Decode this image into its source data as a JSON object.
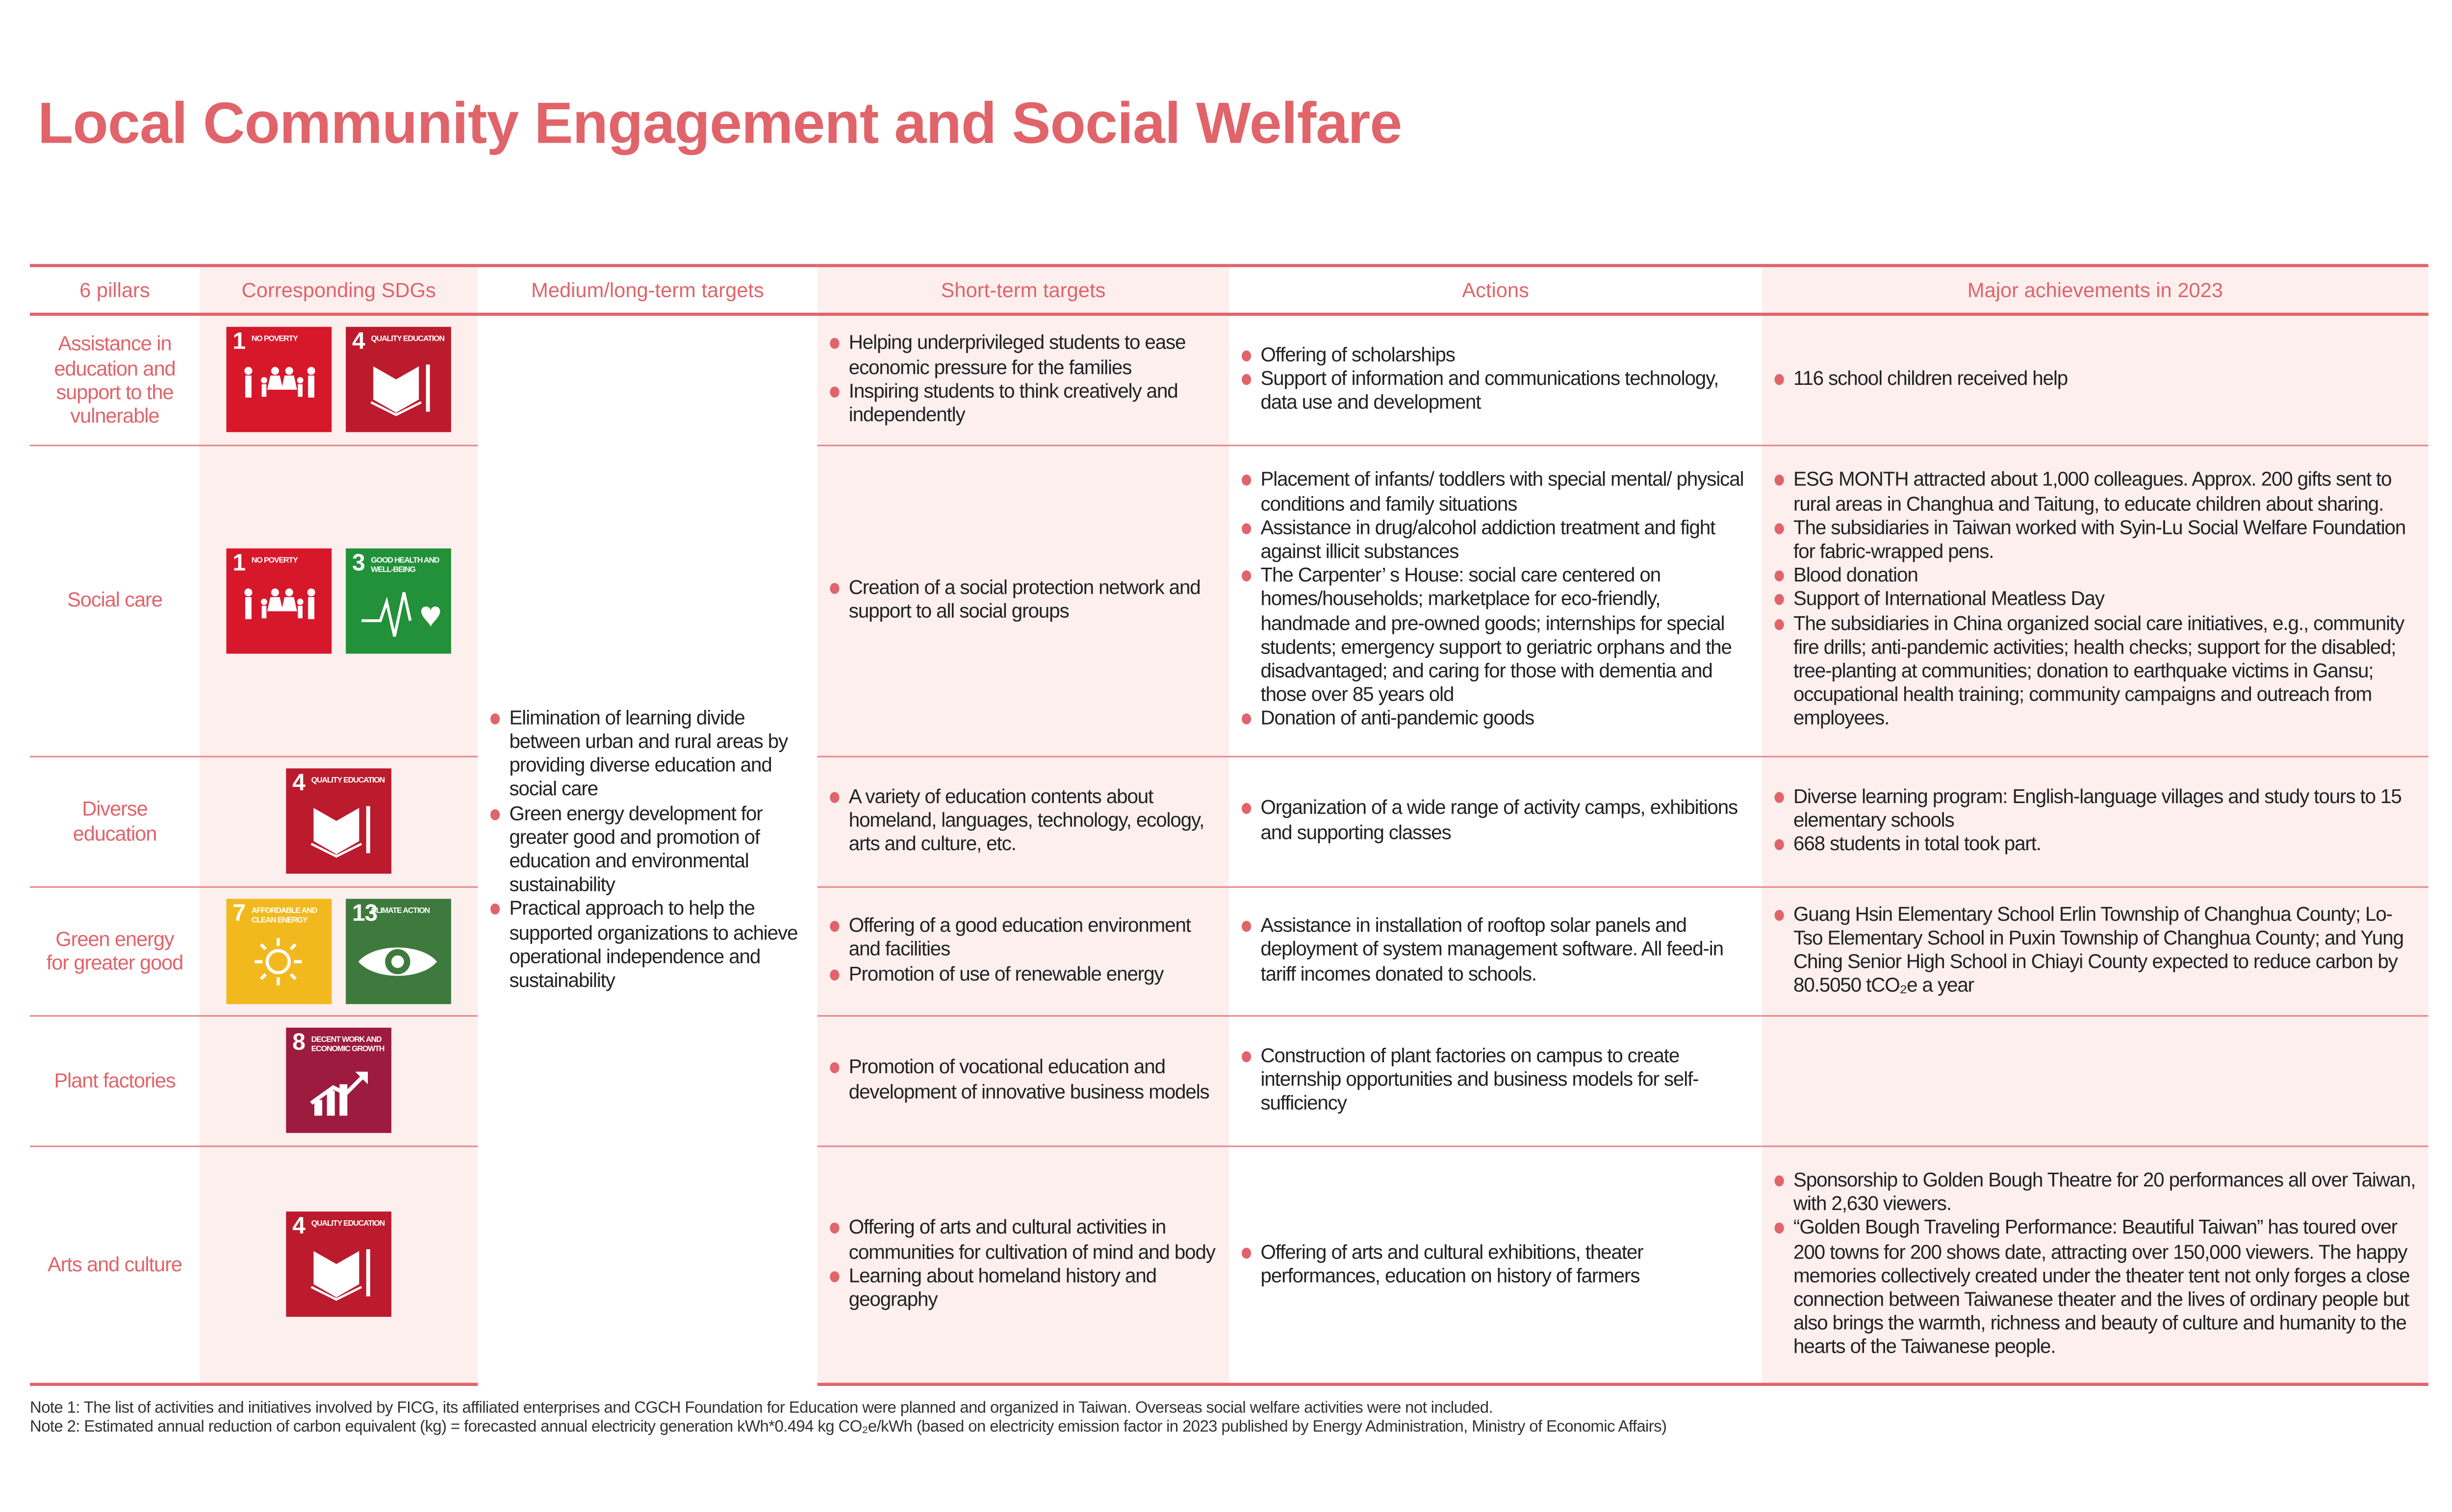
{
  "title": "Local Community Engagement and Social Welfare",
  "headers": [
    "6 pillars",
    "Corresponding SDGs",
    "Medium/long-term targets",
    "Short-term targets",
    "Actions",
    "Major achievements in 2023"
  ],
  "sdg_colors": {
    "1": "#d7172a",
    "3": "#22913a",
    "4": "#bb1b2c",
    "7": "#f2b91f",
    "8": "#9c1b3e",
    "13": "#3e7a3e"
  },
  "sdg_labels": {
    "1": "No Poverty",
    "3": "Good Health and Well-Being",
    "4": "Quality Education",
    "7": "Affordable and Clean Energy",
    "8": "Decent Work and Economic Growth",
    "13": "Climate Action"
  },
  "medium_long_term": [
    "Elimination of learning divide between urban and rural areas by providing diverse education and social care",
    "Green energy development for greater good and promotion of education and environmental sustainability",
    "Practical approach to help the supported organizations to achieve operational independence and sustainability"
  ],
  "rows": [
    {
      "pillar": "Assistance in education and support to the vulnerable",
      "short": [
        "Helping underprivileged students to ease economic pressure for the families",
        "Inspiring students to think creatively and independently"
      ],
      "actions": [
        "Offering of scholarships",
        "Support of information and communications technology, data use and development"
      ],
      "achievements": [
        "116 school children received help"
      ]
    },
    {
      "pillar": "Social care",
      "short": [
        "Creation of a social protection network and support to all social groups"
      ],
      "actions": [
        "Placement of infants/ toddlers with special mental/ physical conditions and family situations",
        "Assistance in drug/alcohol addiction treatment and fight against illicit substances",
        "The Carpenter’ s House: social care centered on homes/households; marketplace for eco-friendly, handmade and pre-owned goods; internships for special students; emergency support to geriatric orphans and the disadvantaged; and caring for those with dementia and those over 85 years old",
        "Donation of anti-pandemic goods"
      ],
      "achievements": [
        "ESG MONTH attracted about 1,000 colleagues. Approx. 200 gifts sent to rural areas in Changhua and Taitung, to educate children about sharing.",
        "The subsidiaries in Taiwan worked with Syin-Lu Social Welfare Foundation for fabric-wrapped pens.",
        "Blood donation",
        "Support of International Meatless Day",
        "The subsidiaries in China organized social care initiatives, e.g., community fire drills; anti-pandemic activities; health checks; support for the disabled; tree-planting at communities; donation to earthquake victims in Gansu; occupational health training; community campaigns and outreach from employees."
      ]
    },
    {
      "pillar": "Diverse education",
      "short": [
        "A variety of education contents about homeland, languages, technology, ecology, arts and culture, etc."
      ],
      "actions": [
        "Organization of a wide range of activity camps, exhibitions and supporting classes"
      ],
      "achievements": [
        "Diverse learning program: English-language villages and study tours to 15 elementary schools",
        "668 students in total took part."
      ]
    },
    {
      "pillar": "Green energy for greater good",
      "short": [
        "Offering of a good education environment and facilities",
        "Promotion of use of renewable energy"
      ],
      "actions": [
        "Assistance in installation of rooftop solar panels and deployment of system management software. All feed-in tariff incomes donated to schools."
      ],
      "achievements": [
        "Guang Hsin Elementary School Erlin Township of Changhua County; Lo-Tso Elementary School in Puxin Township of Changhua County; and Yung Ching Senior High School in Chiayi County expected to reduce carbon by 80.5050 tCO₂e a year"
      ]
    },
    {
      "pillar": "Plant factories",
      "short": [
        "Promotion of vocational education and development of innovative business models"
      ],
      "actions": [
        "Construction of plant factories on campus to create internship opportunities and business models for self-sufficiency"
      ],
      "achievements": []
    },
    {
      "pillar": "Arts and culture",
      "short": [
        "Offering of arts and cultural activities in communities for cultivation of mind and body",
        "Learning about homeland history and geography"
      ],
      "actions": [
        "Offering of arts and cultural exhibitions, theater performances, education on history of farmers"
      ],
      "achievements": [
        "Sponsorship to Golden Bough Theatre for 20 performances all over Taiwan, with 2,630 viewers.",
        "“Golden Bough Traveling Performance: Beautiful Taiwan” has toured over 200 towns for 200 shows date, attracting over 150,000 viewers. The happy memories collectively created under the theater tent not only forges a close connection between Taiwanese theater and the lives of ordinary people but also brings the warmth, richness and beauty of culture and humanity to the hearts of the Taiwanese people."
      ]
    }
  ],
  "row_sdgs": [
    [
      "1",
      "4"
    ],
    [
      "1",
      "3"
    ],
    [
      "4"
    ],
    [
      "7",
      "13"
    ],
    [
      "8"
    ],
    [
      "4"
    ]
  ],
  "notes": [
    "Note 1:  The list of activities and initiatives involved by FICG, its affiliated enterprises and CGCH Foundation for Education were planned and organized in Taiwan. Overseas social welfare activities were not included.",
    "Note 2:  Estimated annual reduction of carbon equivalent (kg) = forecasted annual electricity generation kWh*0.494 kg CO₂e/kWh (based on electricity emission factor in 2023 published by Energy Administration, Ministry of Economic Affairs)"
  ]
}
